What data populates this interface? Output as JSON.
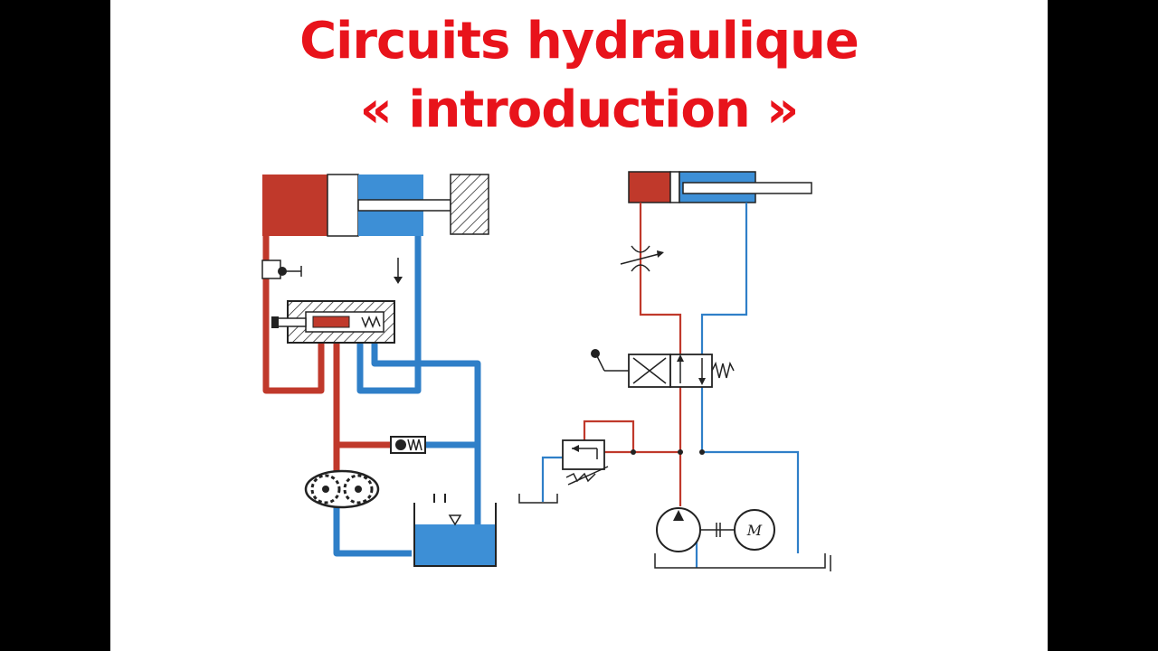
{
  "slide": {
    "title_line1": "Circuits hydraulique",
    "title_line2": "« introduction »",
    "motor_label": "M"
  },
  "colors": {
    "title": "#e8131b",
    "pressure_line": "#c0392b",
    "return_line": "#2f7fc8",
    "fluid_blue": "#3d8fd6",
    "background": "#ffffff",
    "frame": "#000000"
  },
  "icons": {
    "cutaway_diagram": "cylinder-valve-pump-tank-cutaway",
    "symbol_diagram": "iso-hydraulic-schematic",
    "motor": "electric-motor-icon",
    "pump": "hydraulic-pump-icon",
    "valve": "directional-valve-4-3-icon",
    "relief_valve": "pressure-relief-valve-icon",
    "throttle": "adjustable-throttle-icon",
    "tank": "reservoir-icon"
  }
}
